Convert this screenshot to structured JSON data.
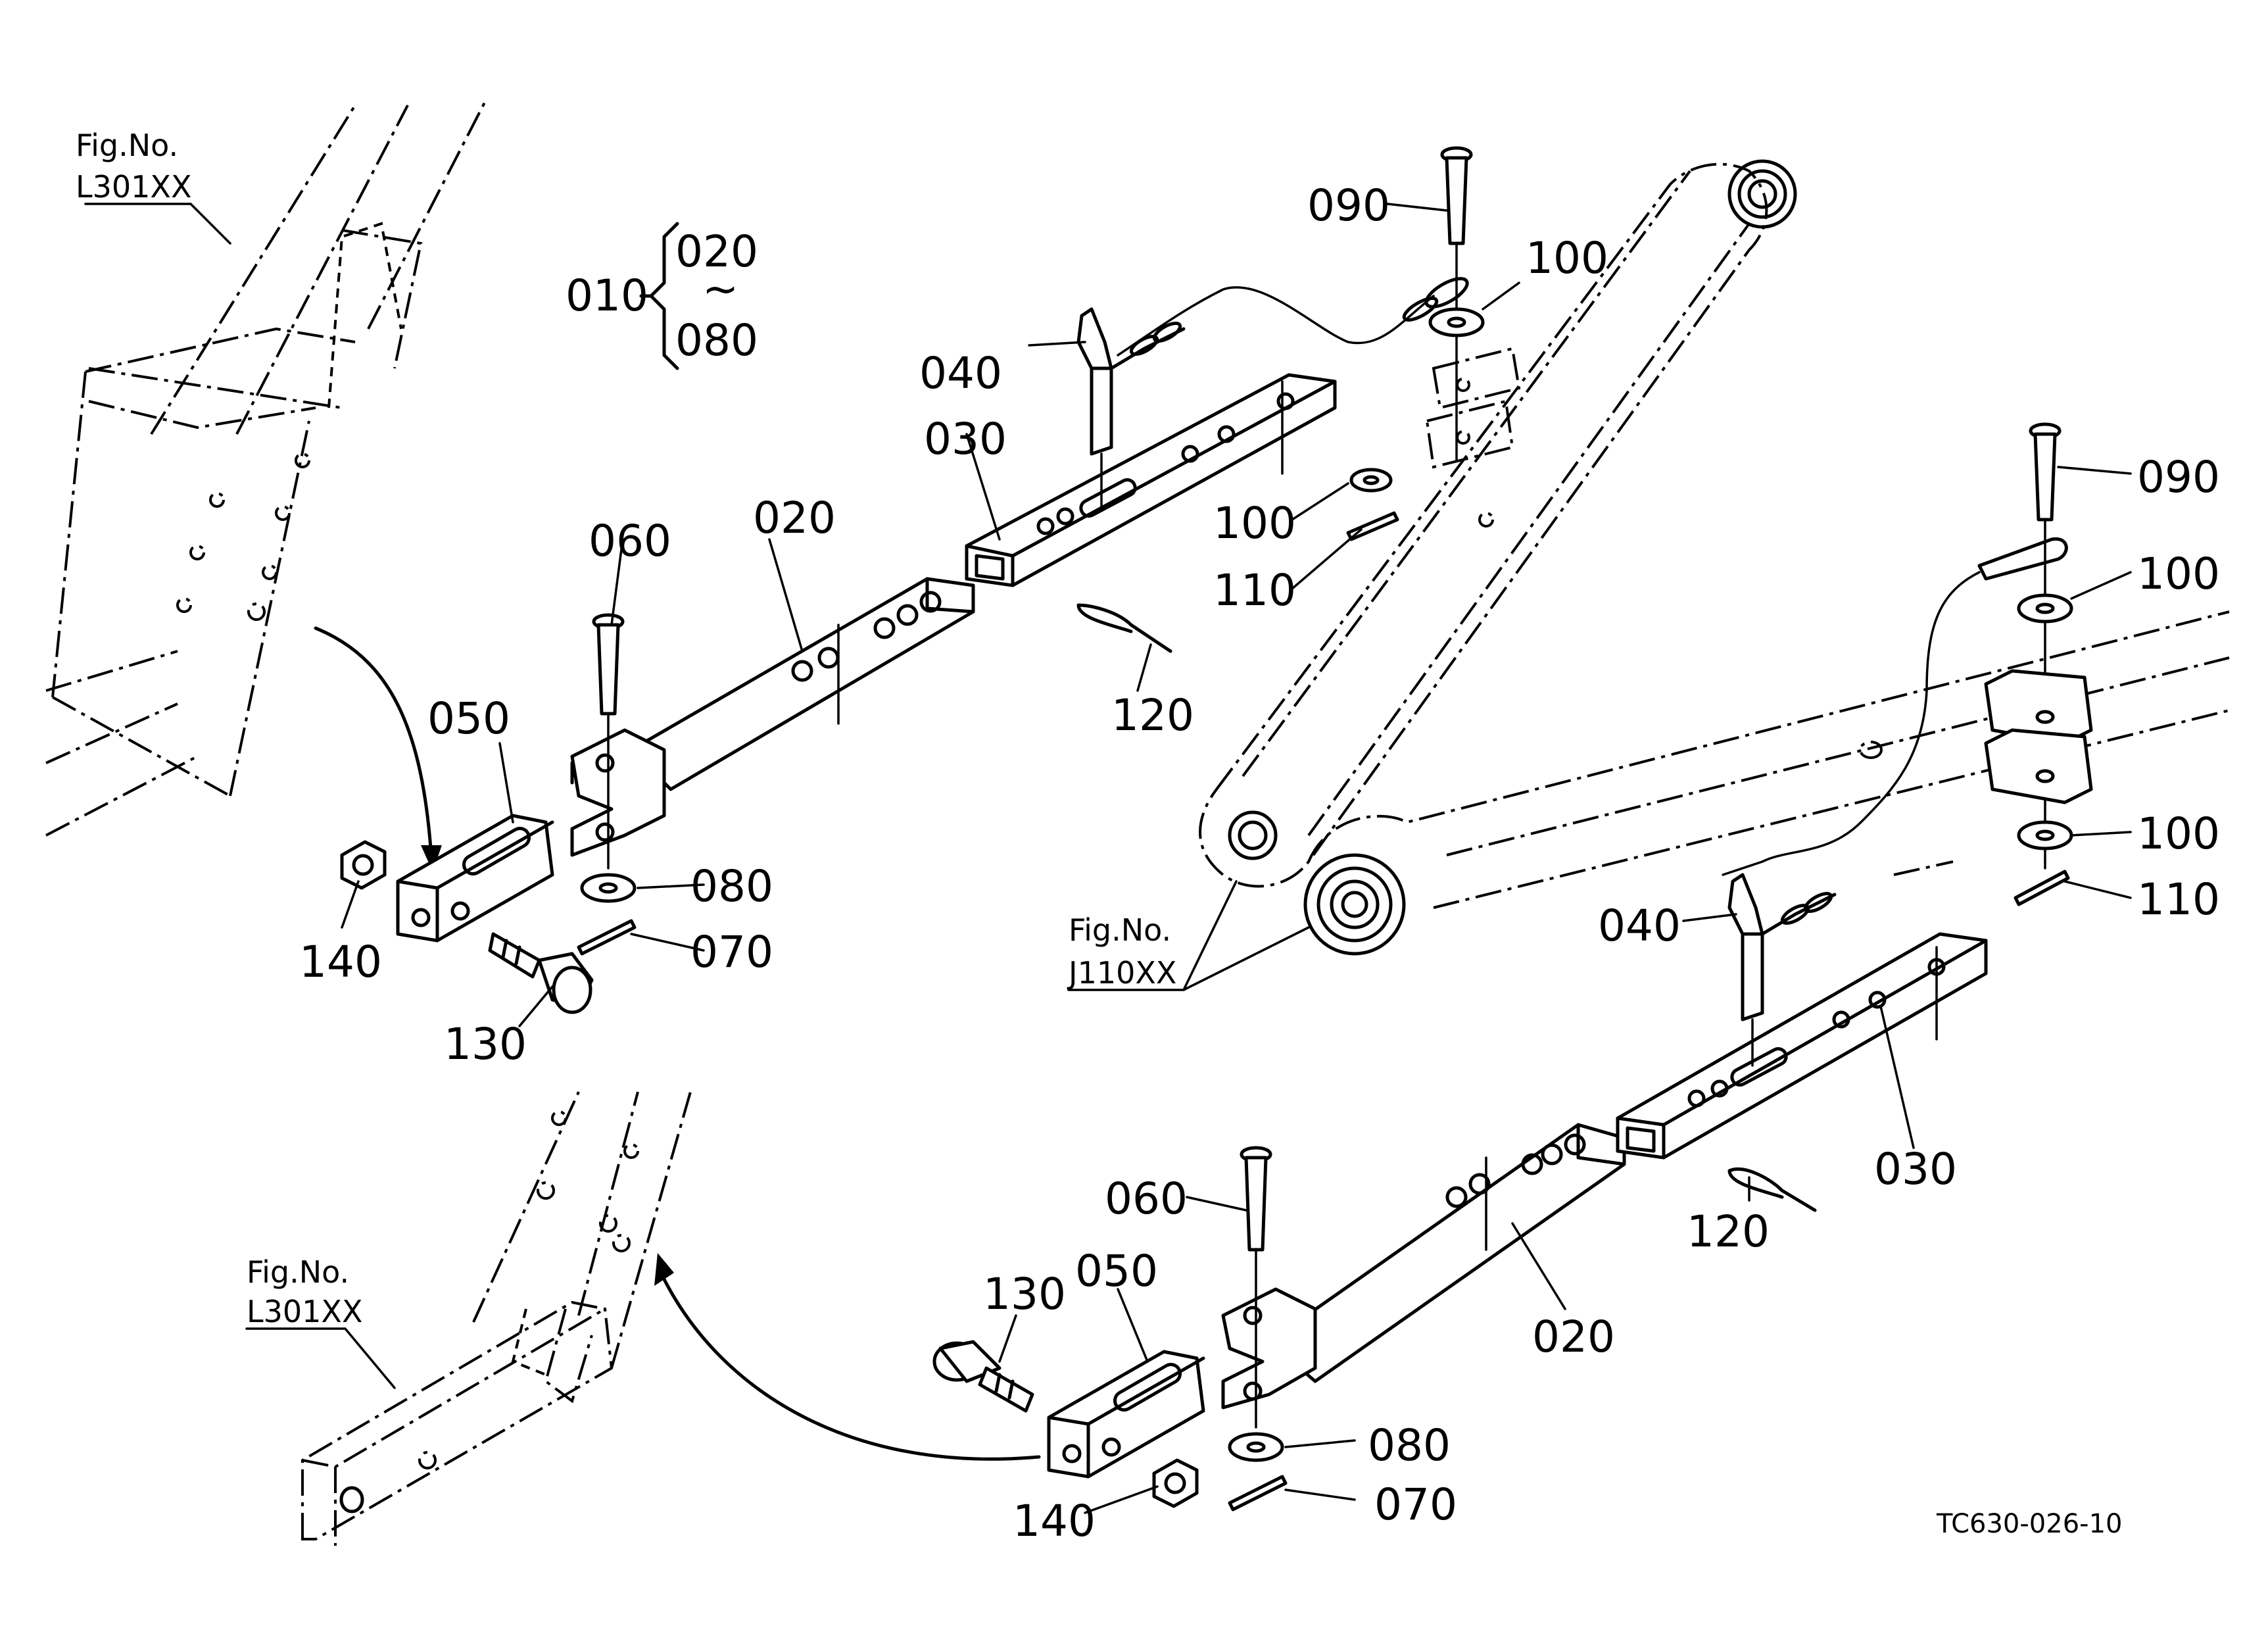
{
  "labels": {
    "p010": "010",
    "p020_range_start": "020",
    "p_range_tilde": "~",
    "p080_range_end": "080",
    "p020_a": "020",
    "p020_b": "020",
    "p030_a": "030",
    "p030_b": "030",
    "p040_a": "040",
    "p040_b": "040",
    "p050_a": "050",
    "p050_b": "050",
    "p060_a": "060",
    "p060_b": "060",
    "p070_a": "070",
    "p070_b": "070",
    "p080_a": "080",
    "p080_b": "080",
    "p090_a": "090",
    "p090_b": "090",
    "p100_a": "100",
    "p100_b": "100",
    "p100_c": "100",
    "p100_d": "100",
    "p110_a": "110",
    "p110_b": "110",
    "p120_a": "120",
    "p120_b": "120",
    "p130_a": "130",
    "p130_b": "130",
    "p140_a": "140",
    "p140_b": "140"
  },
  "figure_refs": {
    "top_left_title": "Fig.No.",
    "top_left_code": "L301XX",
    "middle_title": "Fig.No.",
    "middle_code": "J110XX",
    "bottom_left_title": "Fig.No.",
    "bottom_left_code": "L301XX"
  },
  "drawing_code": "TC630-026-10"
}
